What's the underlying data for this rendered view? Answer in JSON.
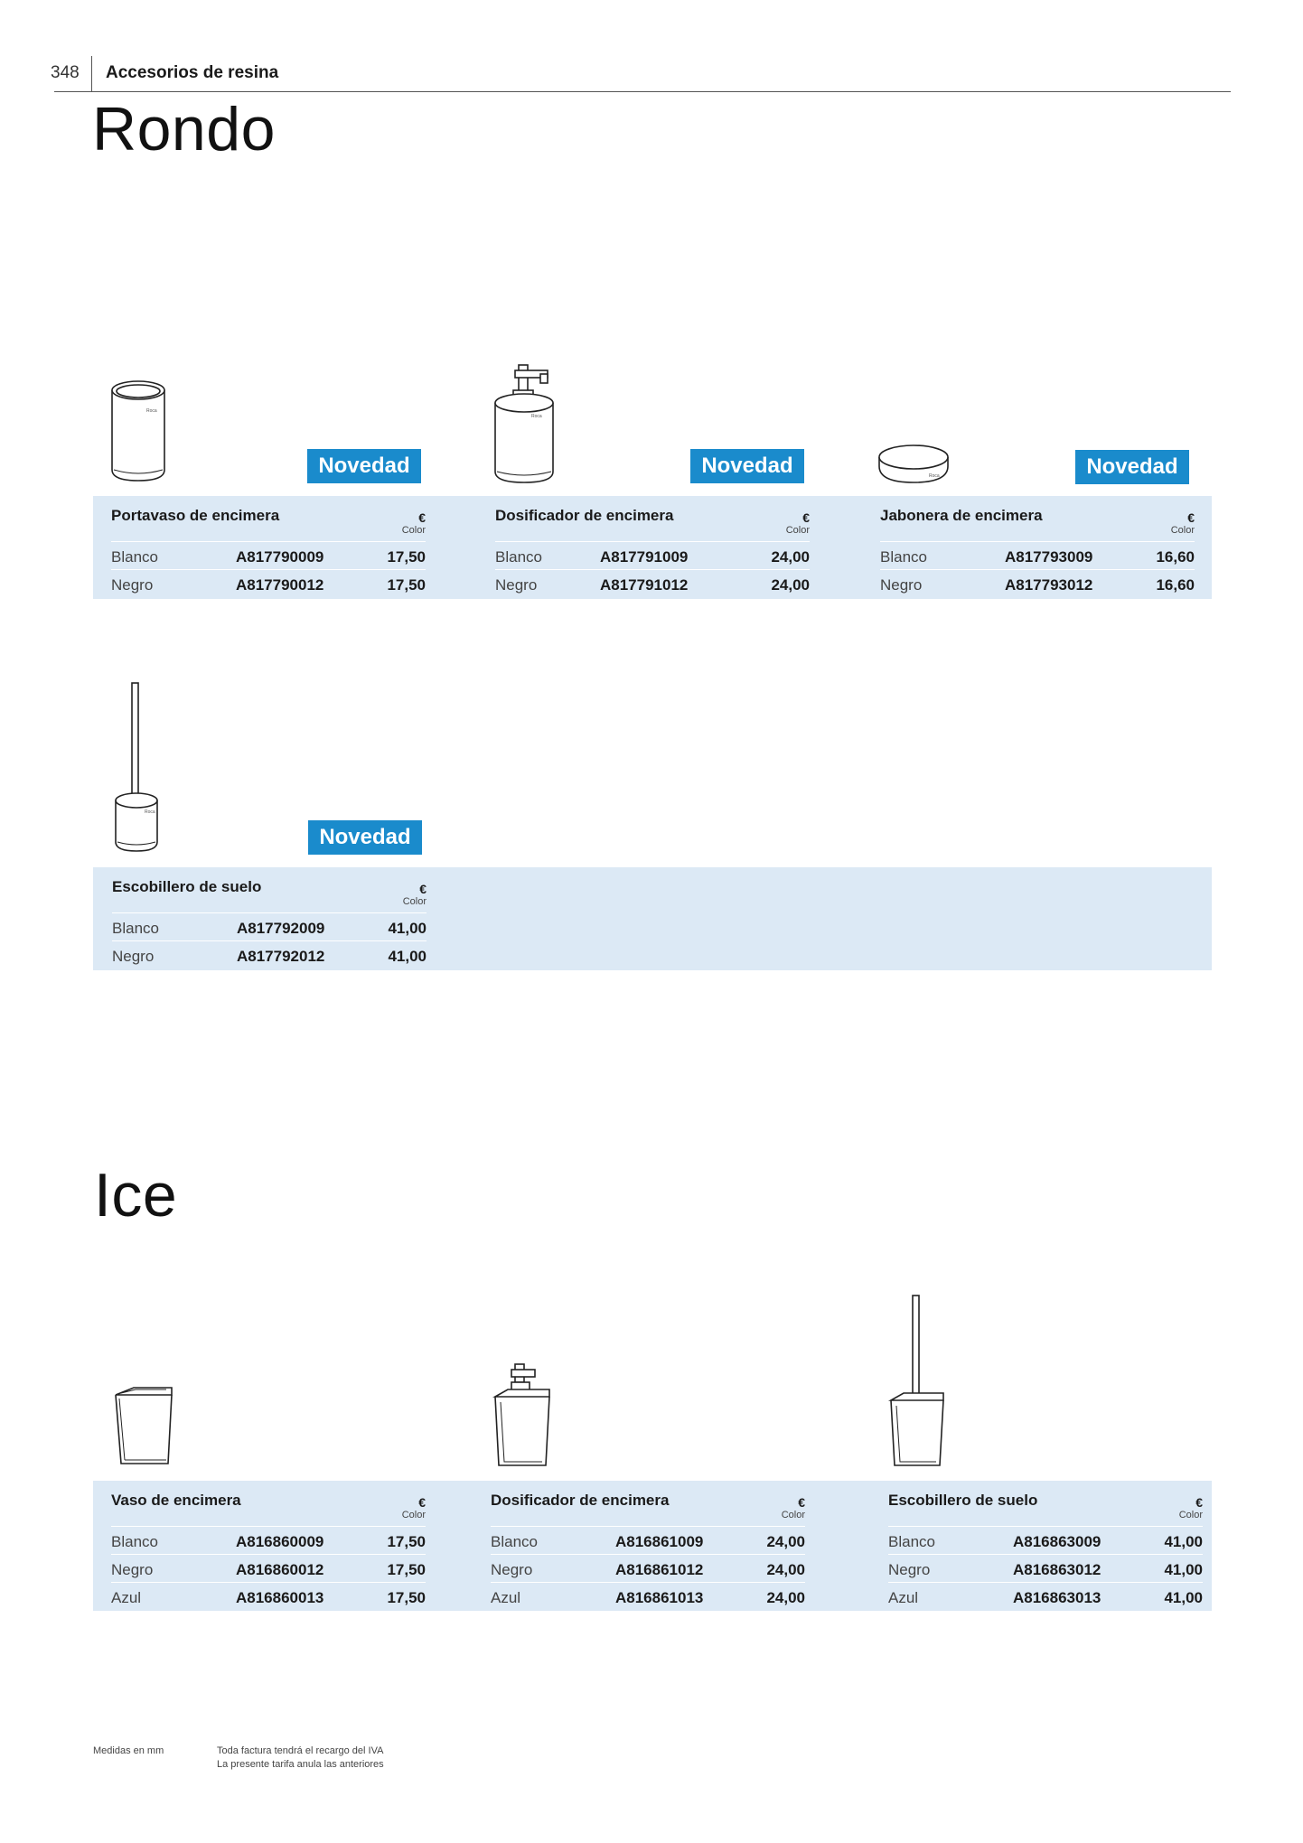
{
  "header": {
    "page_number": "348",
    "section_title": "Accesorios de resina"
  },
  "badge_label": "Novedad",
  "currency_symbol": "€",
  "color_label": "Color",
  "rondo": {
    "title": "Rondo",
    "products": [
      {
        "name": "Portavaso de encimera",
        "icon": "cylinder-cup-icon",
        "rows": [
          {
            "color": "Blanco",
            "ref": "A817790009",
            "price": "17,50"
          },
          {
            "color": "Negro",
            "ref": "A817790012",
            "price": "17,50"
          }
        ]
      },
      {
        "name": "Dosificador de encimera",
        "icon": "soap-dispenser-icon",
        "rows": [
          {
            "color": "Blanco",
            "ref": "A817791009",
            "price": "24,00"
          },
          {
            "color": "Negro",
            "ref": "A817791012",
            "price": "24,00"
          }
        ]
      },
      {
        "name": "Jabonera de encimera",
        "icon": "soap-dish-icon",
        "rows": [
          {
            "color": "Blanco",
            "ref": "A817793009",
            "price": "16,60"
          },
          {
            "color": "Negro",
            "ref": "A817793012",
            "price": "16,60"
          }
        ]
      },
      {
        "name": "Escobillero de suelo",
        "icon": "toilet-brush-icon",
        "rows": [
          {
            "color": "Blanco",
            "ref": "A817792009",
            "price": "41,00"
          },
          {
            "color": "Negro",
            "ref": "A817792012",
            "price": "41,00"
          }
        ]
      }
    ]
  },
  "ice": {
    "title": "Ice",
    "products": [
      {
        "name": "Vaso de encimera",
        "icon": "square-cup-icon",
        "rows": [
          {
            "color": "Blanco",
            "ref": "A816860009",
            "price": "17,50"
          },
          {
            "color": "Negro",
            "ref": "A816860012",
            "price": "17,50"
          },
          {
            "color": "Azul",
            "ref": "A816860013",
            "price": "17,50"
          }
        ]
      },
      {
        "name": "Dosificador de encimera",
        "icon": "square-soap-dispenser-icon",
        "rows": [
          {
            "color": "Blanco",
            "ref": "A816861009",
            "price": "24,00"
          },
          {
            "color": "Negro",
            "ref": "A816861012",
            "price": "24,00"
          },
          {
            "color": "Azul",
            "ref": "A816861013",
            "price": "24,00"
          }
        ]
      },
      {
        "name": "Escobillero de suelo",
        "icon": "square-toilet-brush-icon",
        "rows": [
          {
            "color": "Blanco",
            "ref": "A816863009",
            "price": "41,00"
          },
          {
            "color": "Negro",
            "ref": "A816863012",
            "price": "41,00"
          },
          {
            "color": "Azul",
            "ref": "A816863013",
            "price": "41,00"
          }
        ]
      }
    ]
  },
  "footer": {
    "measures": "Medidas en mm",
    "line1": "Toda factura tendrá el recargo del IVA",
    "line2": "La presente tarifa anula las anteriores"
  },
  "colors": {
    "badge": "#1a8bcc",
    "band": "#dce9f5"
  }
}
